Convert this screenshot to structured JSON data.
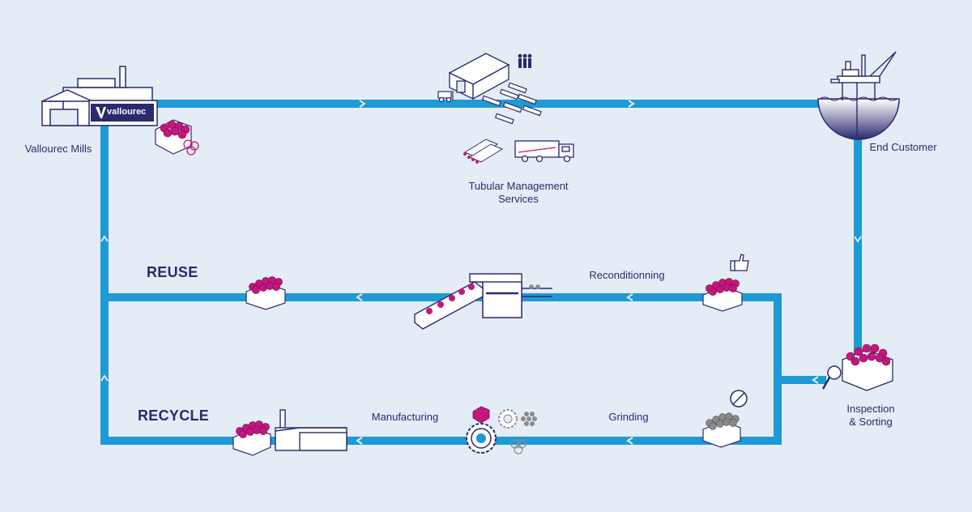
{
  "labels": {
    "mills": "Vallourec Mills",
    "tms_line1": "Tubular Management",
    "tms_line2": "Services",
    "end_customer": "End Customer",
    "inspection_line1": "Inspection",
    "inspection_line2": "& Sorting",
    "reconditionning": "Reconditionning",
    "grinding": "Grinding",
    "manufacturing": "Manufacturing",
    "reuse": "REUSE",
    "recycle": "RECYCLE"
  },
  "logo": {
    "brand": "vallourec"
  },
  "colors": {
    "background": "#e4edf5",
    "flow_line": "#1e9ad6",
    "ink": "#2a2a6e",
    "tube_magenta": "#c2187d",
    "scrap_grey": "#8a8a8a"
  }
}
